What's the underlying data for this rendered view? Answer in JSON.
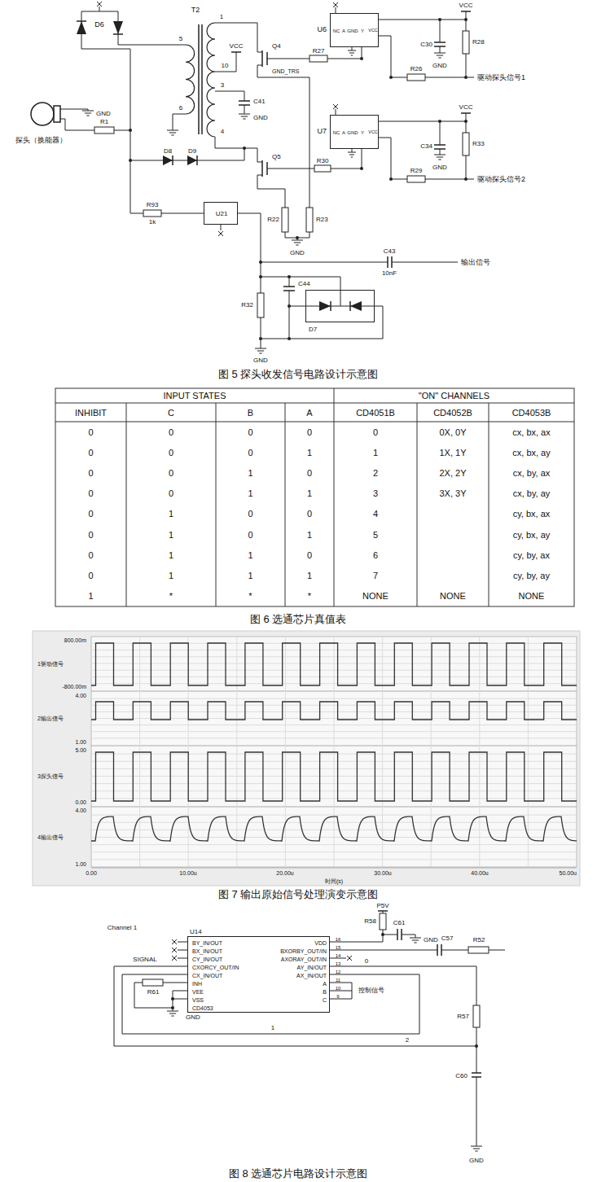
{
  "diagram": {
    "nodes": [
      {
        "text": [
          "U6",
          "NC",
          "A",
          "GND",
          "Y",
          "VCC"
        ]
      },
      {
        "text": [
          "U7",
          "NC",
          "A",
          "GND",
          "Y",
          "VCC"
        ]
      },
      {
        "text": [
          "U21"
        ]
      },
      {
        "text": [
          "D7"
        ]
      },
      {
        "text": [
          "U14",
          "BY_IN/OUT",
          "BX_IN/OUT",
          "CY_IN/OUT",
          "CXORCY_OUT/IN",
          "CX_IN/OUT",
          "INH",
          "VEE",
          "VSS",
          "VDD",
          "BXORBY_OUT/IN",
          "AXORAY_OUT/IN",
          "AY_IN/OUT",
          "AX_IN/OUT",
          "A",
          "B",
          "C",
          "16",
          "15",
          "14",
          "13",
          "12",
          "11",
          "10",
          "9",
          "CD4053"
        ]
      }
    ],
    "labels": [
      "D6",
      "T2",
      "1",
      "5",
      "6",
      "VCC",
      "10",
      "3",
      "C41",
      "GND",
      "4",
      "Q4",
      "GND_TRS",
      "R27",
      "VCC",
      "C30",
      "R28",
      "GND",
      "R26",
      "驱动探头信号1",
      "VCC",
      "C34",
      "R33",
      "GND",
      "驱动探头信号2",
      "R29",
      "R30",
      "Q5",
      "D8",
      "D9",
      "探头（换能器）",
      "GND",
      "R1",
      "R93",
      "1k",
      "R22",
      "R23",
      "GND",
      "C43",
      "10nF",
      "输出信号",
      "R32",
      "C44",
      "GND",
      "图 5 探头收发信号电路设计示意图",
      "INPUT STATES",
      "\"ON\" CHANNELS",
      "INHIBIT",
      "C",
      "B",
      "A",
      "CD4051B",
      "CD4052B",
      "CD4053B",
      "0",
      "0",
      "0",
      "0",
      "0",
      "0X, 0Y",
      "cx, bx, ax",
      "0",
      "0",
      "0",
      "1",
      "1",
      "1X, 1Y",
      "cx, bx, ay",
      "0",
      "0",
      "1",
      "0",
      "2",
      "2X, 2Y",
      "cx, by, ax",
      "0",
      "0",
      "1",
      "1",
      "3",
      "3X, 3Y",
      "cx, by, ay",
      "0",
      "1",
      "0",
      "0",
      "4",
      "cy, bx, ax",
      "0",
      "1",
      "0",
      "1",
      "5",
      "cy, bx, ay",
      "0",
      "1",
      "1",
      "0",
      "6",
      "cy, by, ax",
      "0",
      "1",
      "1",
      "1",
      "7",
      "cy, by, ay",
      "1",
      "*",
      "*",
      "*",
      "NONE",
      "NONE",
      "NONE",
      "图 6 选通芯片真值表",
      "800.00m",
      "1驱动信号",
      "-800.00m",
      "4.00",
      "2输出信号",
      "1.00",
      "5.00",
      "3探头信号",
      "0.00",
      "4.00",
      "4输出信号",
      "1.00",
      "0.00",
      "10.00u",
      "20.00u",
      "30.00u",
      "40.00u",
      "50.00u",
      "时间(s)",
      "图 7 输出原始信号处理演变示意图",
      "Channel 1",
      "P5V",
      "R58",
      "C61",
      "GND",
      "C57",
      "R52",
      "SIGNAL",
      "R61",
      "GND",
      "0",
      "1",
      "2",
      "控制信号",
      "R57",
      "C60",
      "GND",
      "图 8 选通芯片电路设计示意图"
    ]
  }
}
